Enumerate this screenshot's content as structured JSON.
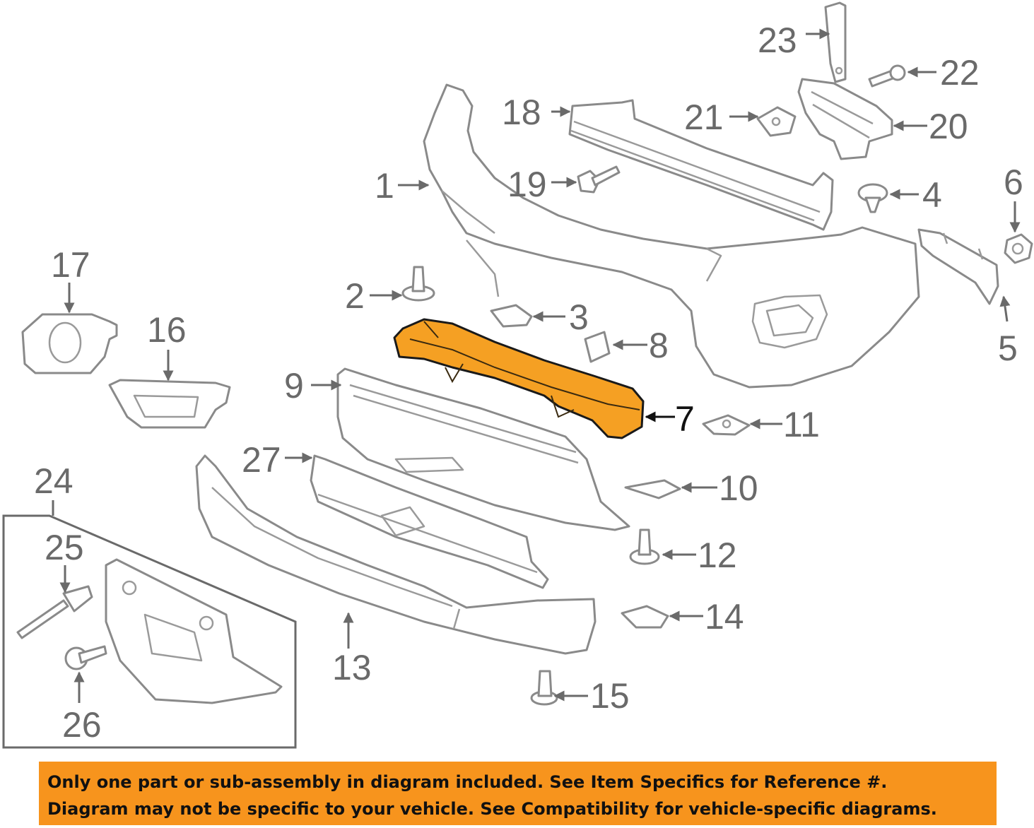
{
  "callouts": {
    "c1": "1",
    "c2": "2",
    "c3": "3",
    "c4": "4",
    "c5": "5",
    "c6": "6",
    "c7": "7",
    "c8": "8",
    "c9": "9",
    "c10": "10",
    "c11": "11",
    "c12": "12",
    "c13": "13",
    "c14": "14",
    "c15": "15",
    "c16": "16",
    "c17": "17",
    "c18": "18",
    "c19": "19",
    "c20": "20",
    "c21": "21",
    "c22": "22",
    "c23": "23",
    "c24": "24",
    "c25": "25",
    "c26": "26",
    "c27": "27"
  },
  "highlighted_part": "7",
  "banner": {
    "line1": "Only one part or sub-assembly in diagram included. See Item Specifics for Reference #.",
    "line2": "Diagram may not be specific to your vehicle. See Compatibility for vehicle-specific diagrams."
  },
  "colors": {
    "highlight": "#f5a023",
    "banner_background": "#f7941d",
    "line_art": "#8a8a8a"
  }
}
